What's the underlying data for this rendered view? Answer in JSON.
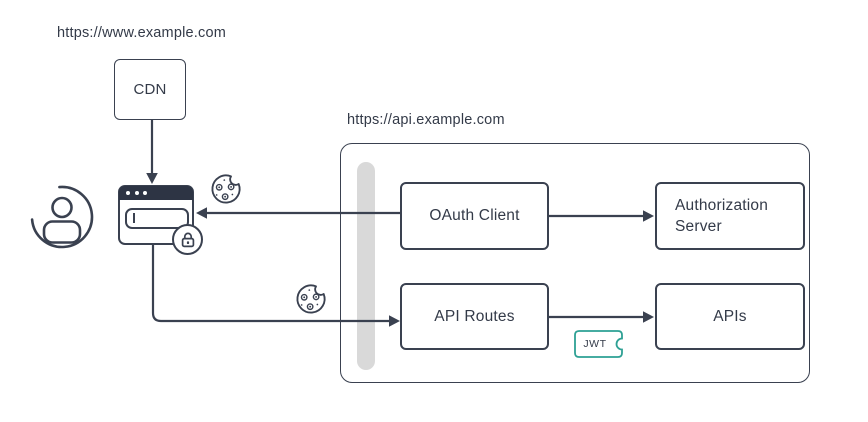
{
  "labels": {
    "www_domain": "https://www.example.com",
    "api_domain": "https://api.example.com",
    "cdn": "CDN",
    "oauth_client": "OAuth Client",
    "authorization_server": "Authorization Server",
    "api_routes": "API Routes",
    "apis": "APIs",
    "jwt": "JWT"
  },
  "icons": {
    "user": "user-icon",
    "browser": "browser-window-icon",
    "lock": "lock-icon",
    "cookie": "cookie-icon",
    "jwt_ticket": "jwt-ticket-icon"
  },
  "colors": {
    "stroke": "#3a4150",
    "text": "#333a48",
    "browser_header": "#2d3444",
    "gray_bar": "#d9d9d9",
    "teal_accent": "#2da094",
    "background": "#ffffff"
  }
}
